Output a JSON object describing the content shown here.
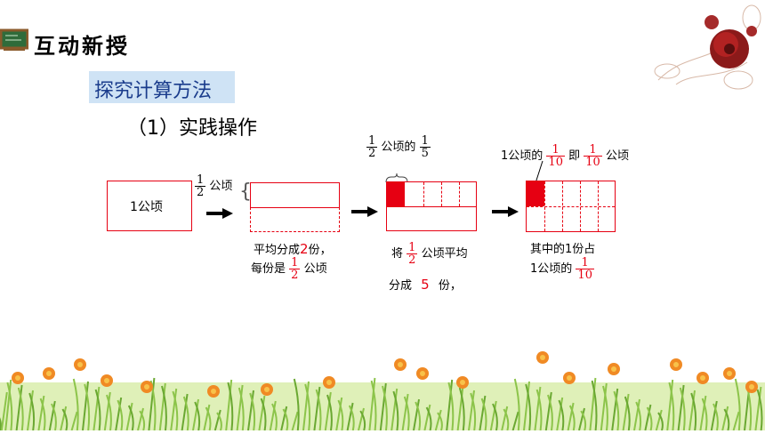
{
  "header": {
    "title": "互动新授"
  },
  "section": {
    "tag": "探究计算方法",
    "subtitle": "（1）实践操作"
  },
  "step1": {
    "box_label": "1公顷"
  },
  "step2": {
    "frac_label": {
      "num": "1",
      "den": "2",
      "unit": "公顷"
    },
    "caption_line1_a": "平均分成",
    "caption_line1_num": "2",
    "caption_line1_b": "份，",
    "caption_line2_a": "每份是",
    "caption_line2_frac": {
      "num": "1",
      "den": "2"
    },
    "caption_line2_unit": "公顷"
  },
  "step3": {
    "top_frac": {
      "num": "1",
      "den": "2"
    },
    "top_text": "公顷的",
    "top_frac2": {
      "num": "1",
      "den": "5"
    },
    "caption_a": "将",
    "caption_frac": {
      "num": "1",
      "den": "2"
    },
    "caption_b": "公顷平均",
    "caption_line2_a": "分成",
    "caption_line2_num": "5",
    "caption_line2_b": "份，"
  },
  "step4": {
    "top_text_a": "1公顷的",
    "top_frac": {
      "num": "1",
      "den": "10"
    },
    "top_text_b": "即",
    "top_frac2": {
      "num": "1",
      "den": "10"
    },
    "top_text_c": "公顷",
    "caption_line1": "其中的1份占",
    "caption_line2_a": "1公顷的",
    "caption_line2_frac": {
      "num": "1",
      "den": "10"
    }
  },
  "colors": {
    "accent_red": "#e60012",
    "tag_bg": "#cfe3f5",
    "header_green": "#2e7d32"
  }
}
